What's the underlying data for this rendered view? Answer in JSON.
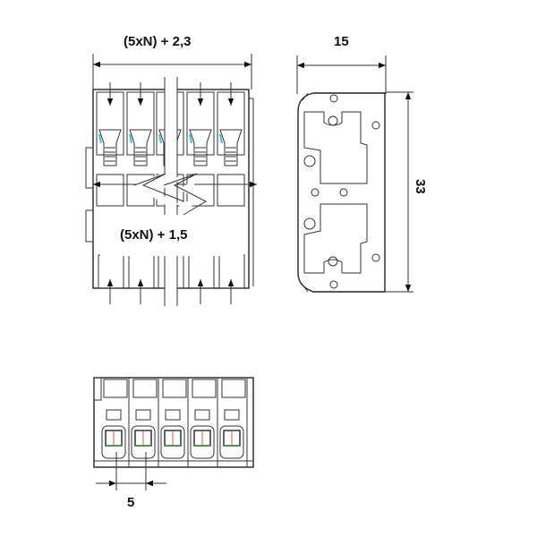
{
  "drawing": {
    "top_view": {
      "width_dimension": "(5xN) + 2,3",
      "inner_dimension": "(5xN) + 1,5"
    },
    "side_view": {
      "width_dimension": "15",
      "height_dimension": "33"
    },
    "front_view": {
      "pitch_dimension": "5",
      "poles": 5
    },
    "colors": {
      "line": "#222222",
      "marker_red": "#e05050",
      "marker_green": "#2a9a2a",
      "accent_cyan": "#40c0d0"
    }
  }
}
